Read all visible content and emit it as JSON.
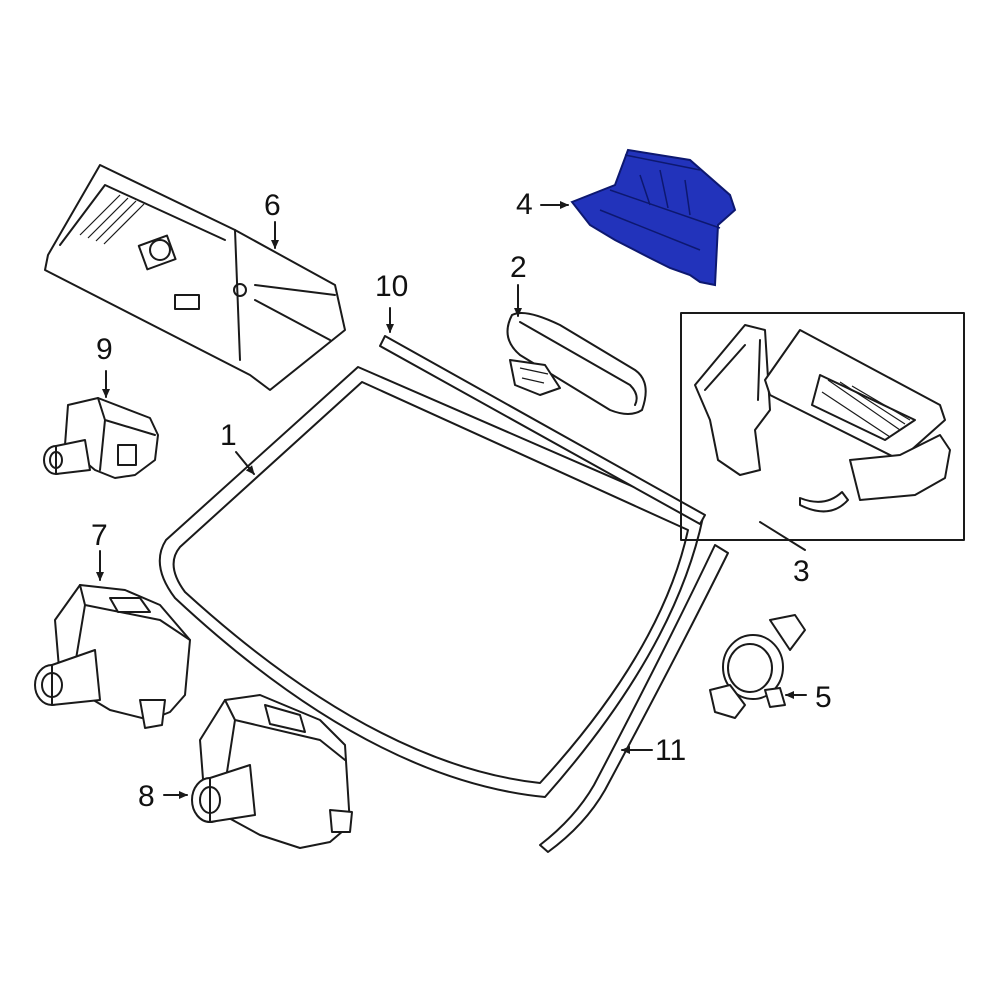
{
  "colors": {
    "line": "#1a1a1a",
    "highlight": "#2233bb",
    "highlight_edge": "#0d1870",
    "background": "#ffffff"
  },
  "callouts": {
    "c1": "1",
    "c2": "2",
    "c3": "3",
    "c4": "4",
    "c5": "5",
    "c6": "6",
    "c7": "7",
    "c8": "8",
    "c9": "9",
    "c10": "10",
    "c11": "11"
  }
}
